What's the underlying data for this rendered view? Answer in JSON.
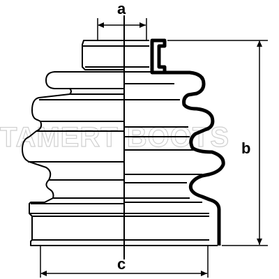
{
  "diagram": {
    "dimension_labels": {
      "a": "a",
      "b": "b",
      "c": "c"
    },
    "watermark_text": "TAMERT BOOTS",
    "colors": {
      "line": "#000000",
      "background": "#ffffff",
      "watermark": "#cfcfcf"
    }
  }
}
